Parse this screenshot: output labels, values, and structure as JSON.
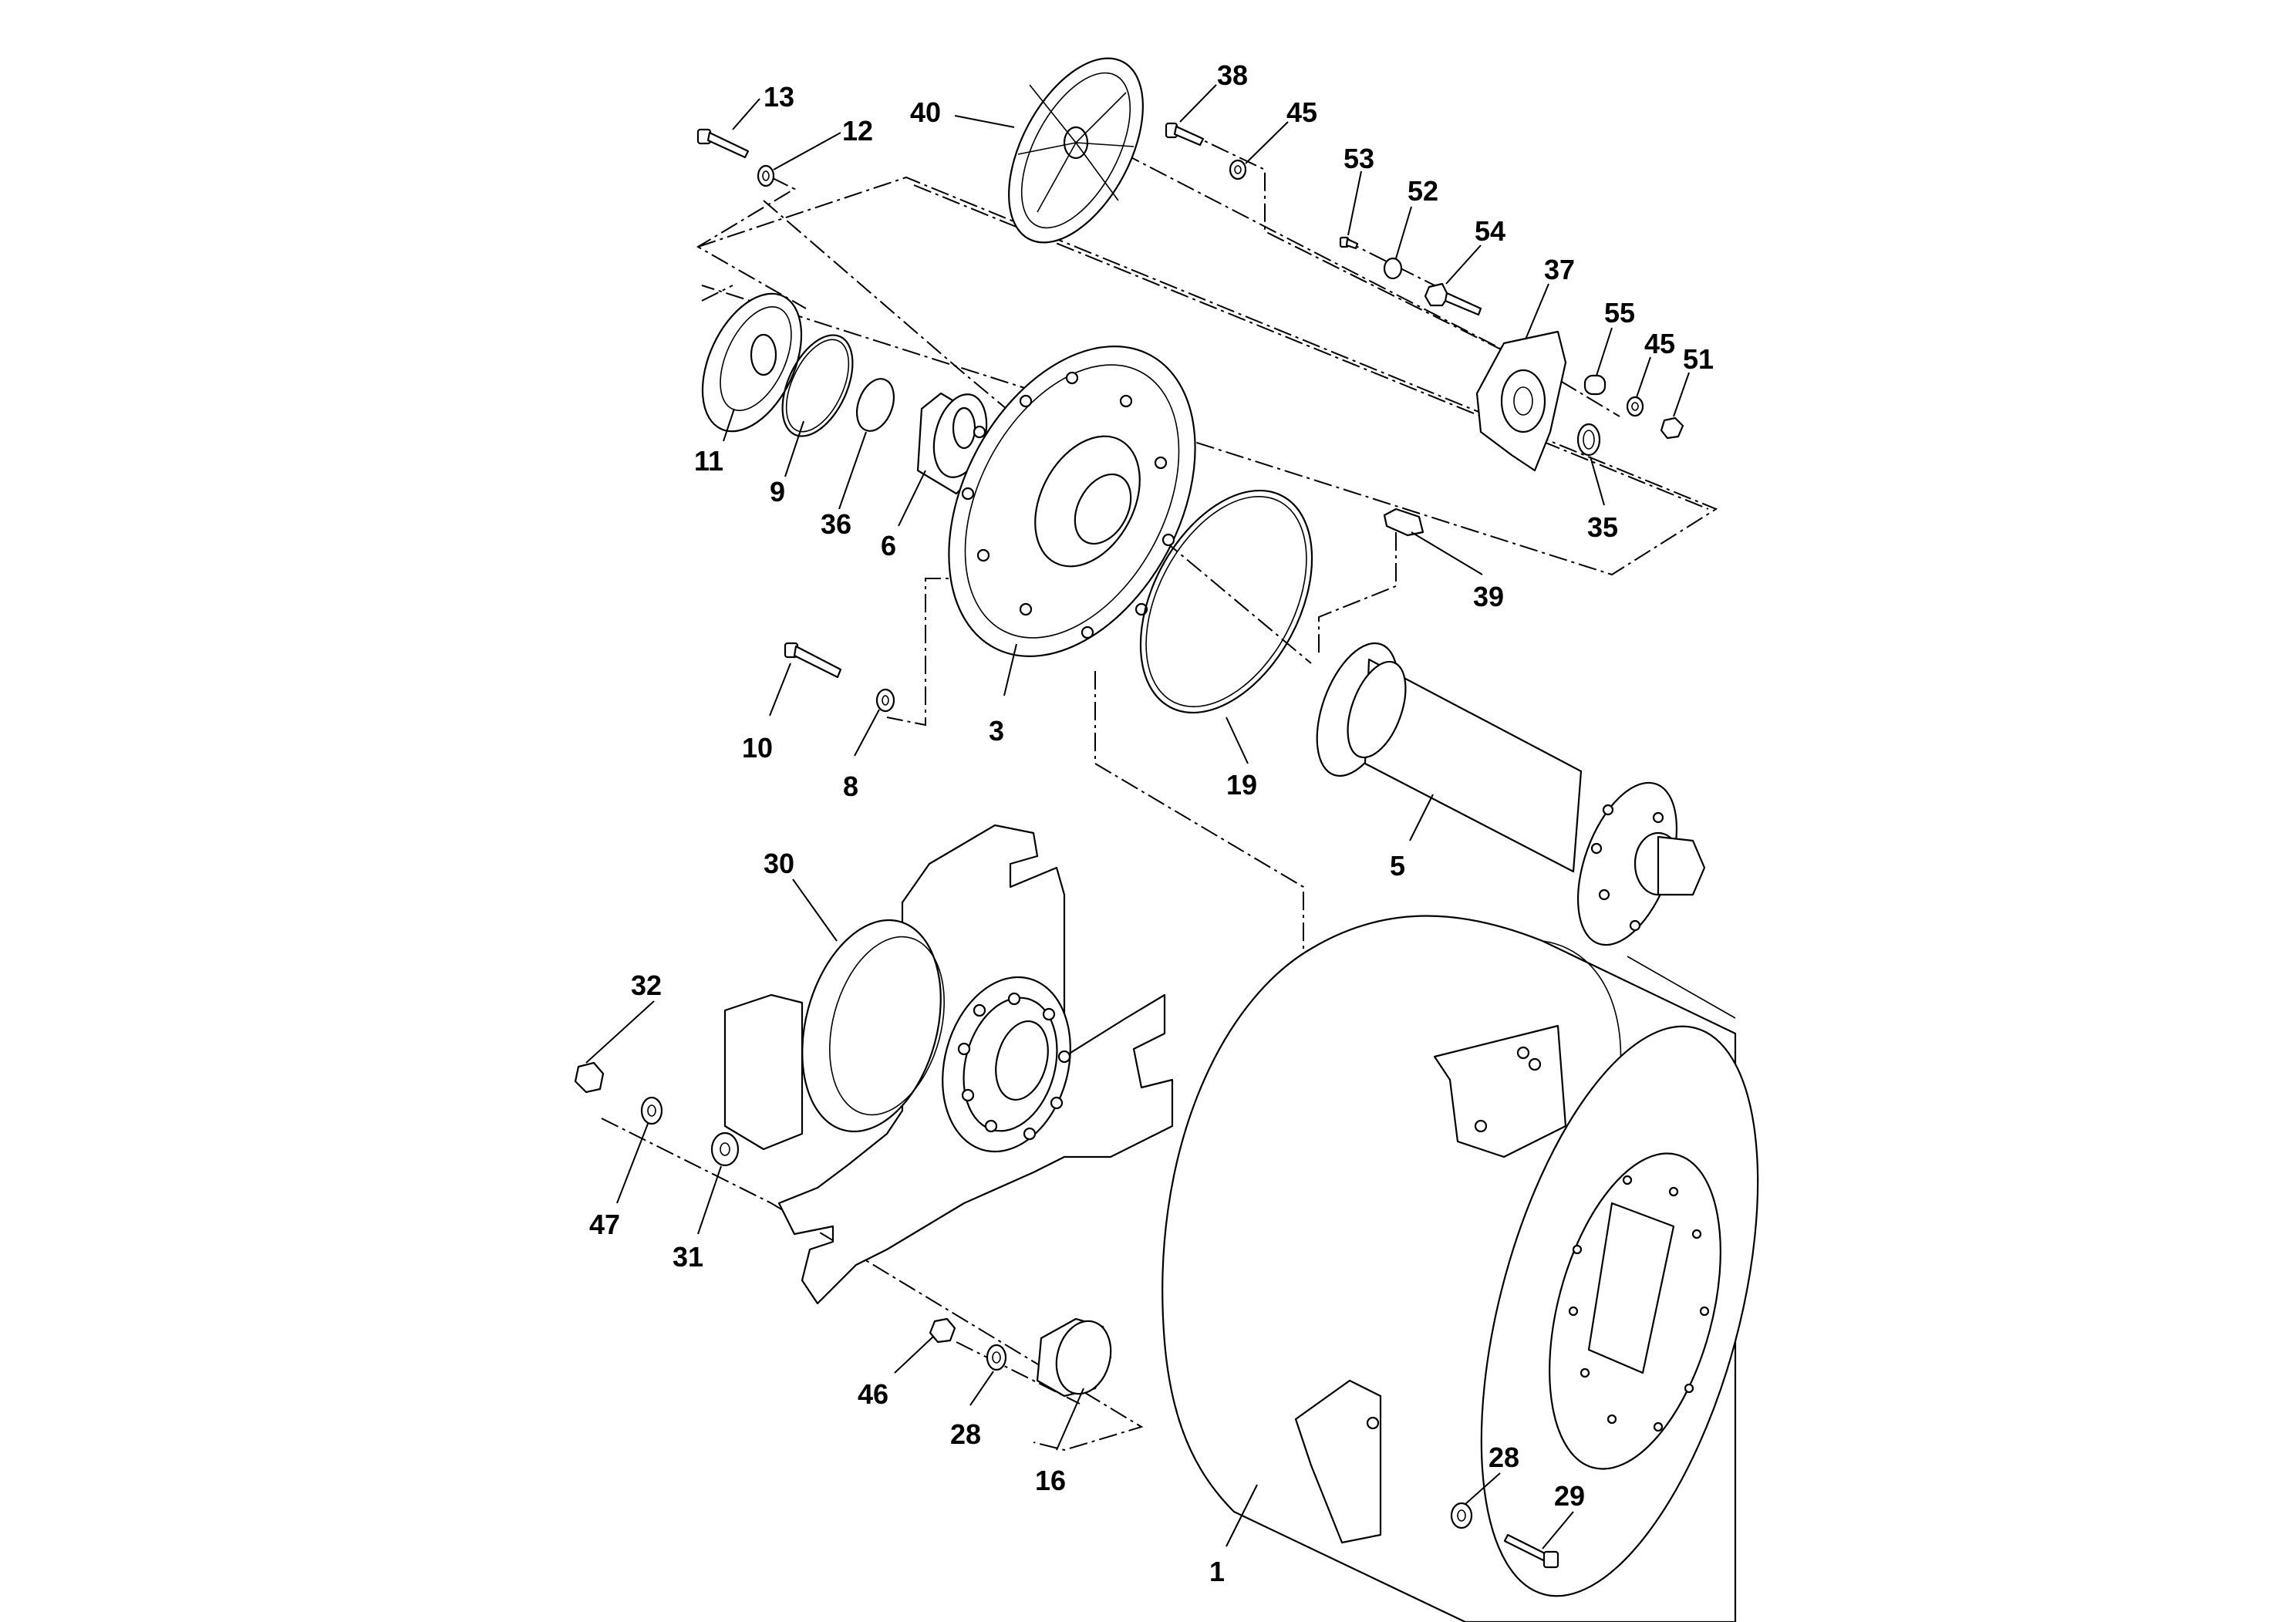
{
  "callouts": {
    "c13": "13",
    "c12": "12",
    "c40": "40",
    "c38": "38",
    "c45a": "45",
    "c53": "53",
    "c52": "52",
    "c54": "54",
    "c37": "37",
    "c55": "55",
    "c45b": "45",
    "c51": "51",
    "c11": "11",
    "c9": "9",
    "c36": "36",
    "c6": "6",
    "c35": "35",
    "c39": "39",
    "c10": "10",
    "c8": "8",
    "c3": "3",
    "c19": "19",
    "c5": "5",
    "c30": "30",
    "c32": "32",
    "c47": "47",
    "c31": "31",
    "c46": "46",
    "c28a": "28",
    "c16": "16",
    "c1": "1",
    "c28b": "28",
    "c29": "29"
  }
}
